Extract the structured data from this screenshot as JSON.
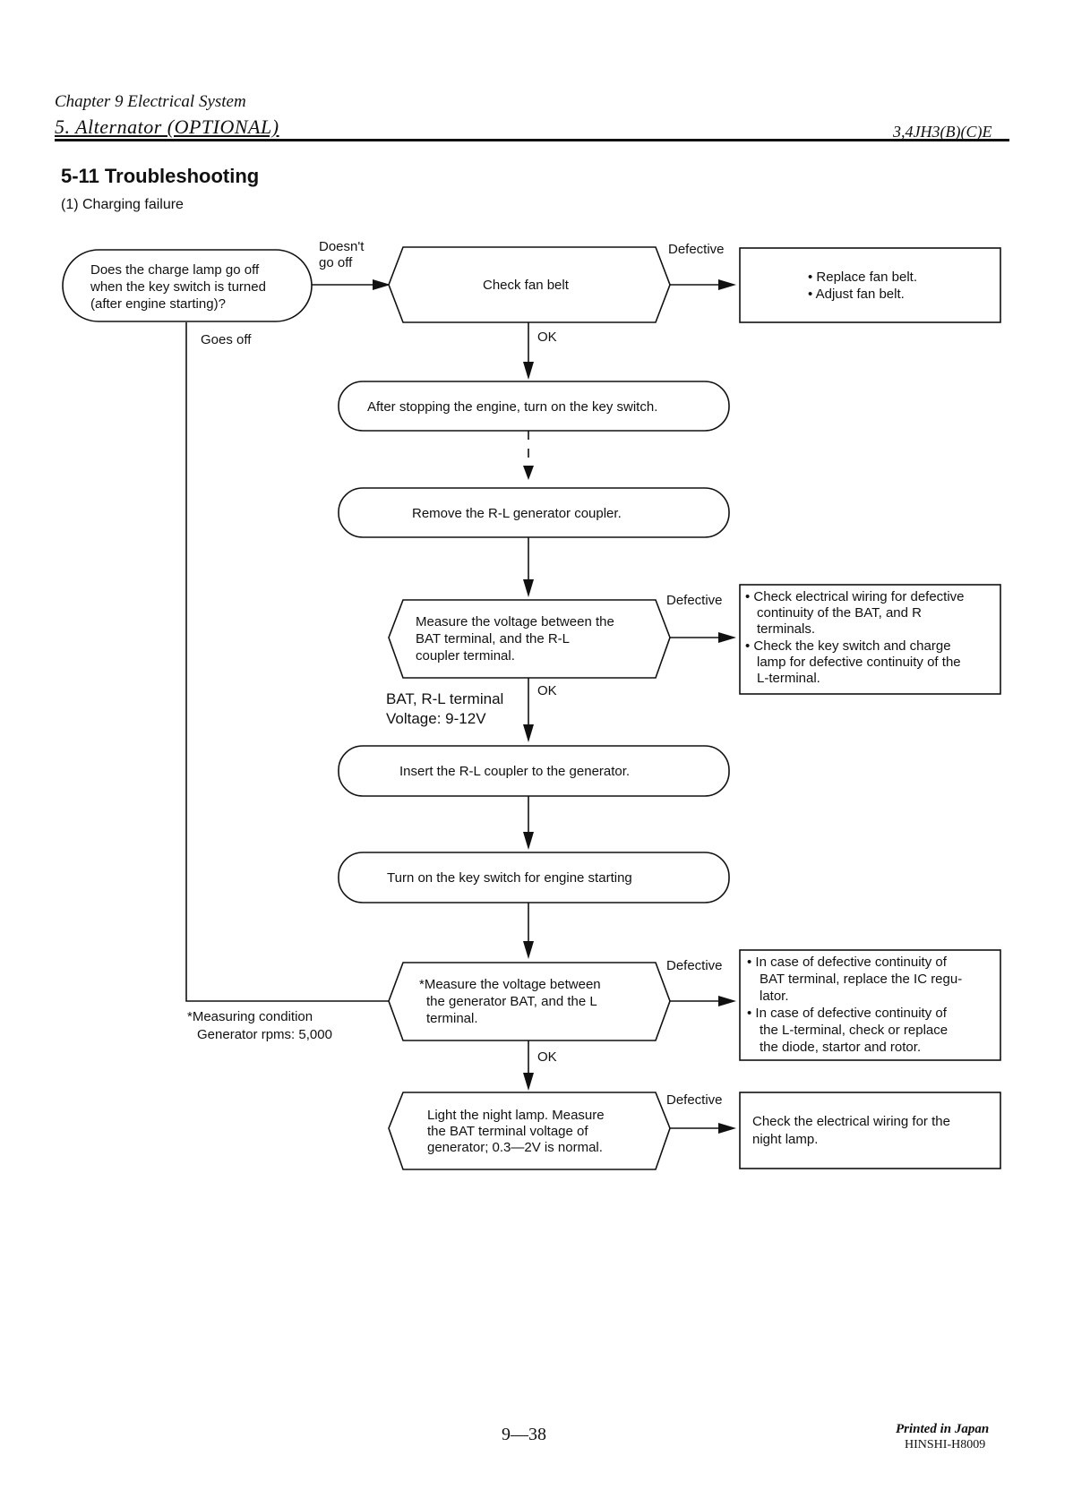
{
  "header": {
    "chapter": "Chapter 9 Electrical System",
    "section": "5. Alternator (OPTIONAL)",
    "model": "3,4JH3(B)(C)E"
  },
  "heading": {
    "title": "5-11 Troubleshooting",
    "subtitle": "(1) Charging failure"
  },
  "flowchart": {
    "start": {
      "lines": [
        "Does the charge lamp go off",
        "when the key switch is turned",
        "(after engine starting)?"
      ]
    },
    "labels": {
      "doesnt_go_off": [
        "Doesn't",
        "go off"
      ],
      "goes_off": "Goes off",
      "ok": "OK",
      "defective": "Defective",
      "bat_rl_terminal": [
        "BAT, R-L terminal",
        "Voltage: 9-12V"
      ],
      "measuring_condition": [
        "*Measuring condition",
        "Generator rpms: 5,000"
      ]
    },
    "steps": {
      "check_fan_belt": "Check fan belt",
      "after_stopping": "After stopping the engine, turn on the key switch.",
      "remove_coupler": "Remove the R-L generator coupler.",
      "measure_rl": [
        "Measure the voltage between the",
        "BAT terminal, and the R-L",
        "coupler terminal."
      ],
      "insert_coupler": "Insert the R-L coupler to the generator.",
      "turn_on_key": "Turn on the key switch for engine starting",
      "measure_l": [
        "*Measure the voltage between",
        "the generator BAT, and the L",
        "terminal."
      ],
      "night_lamp": [
        "Light the night lamp. Measure",
        "the BAT terminal voltage of",
        "generator; 0.3—2V is normal."
      ]
    },
    "remedies": {
      "fan_belt": [
        "• Replace fan belt.",
        "• Adjust fan belt."
      ],
      "wiring": [
        "• Check electrical wiring for defective",
        "continuity of the BAT, and R",
        "terminals.",
        "• Check the key switch and charge",
        "lamp for defective continuity of the",
        "L-terminal."
      ],
      "regulator": [
        "• In case of defective continuity of",
        "BAT terminal, replace the IC regu-",
        "lator.",
        "• In case of defective continuity of",
        "the L-terminal, check or replace",
        "the diode, startor and rotor."
      ],
      "night_lamp_wiring": [
        "Check the electrical wiring for the",
        "night lamp."
      ]
    }
  },
  "footer": {
    "page_number": "9—38",
    "printed": "Printed in Japan",
    "code": "HINSHI-H8009"
  }
}
